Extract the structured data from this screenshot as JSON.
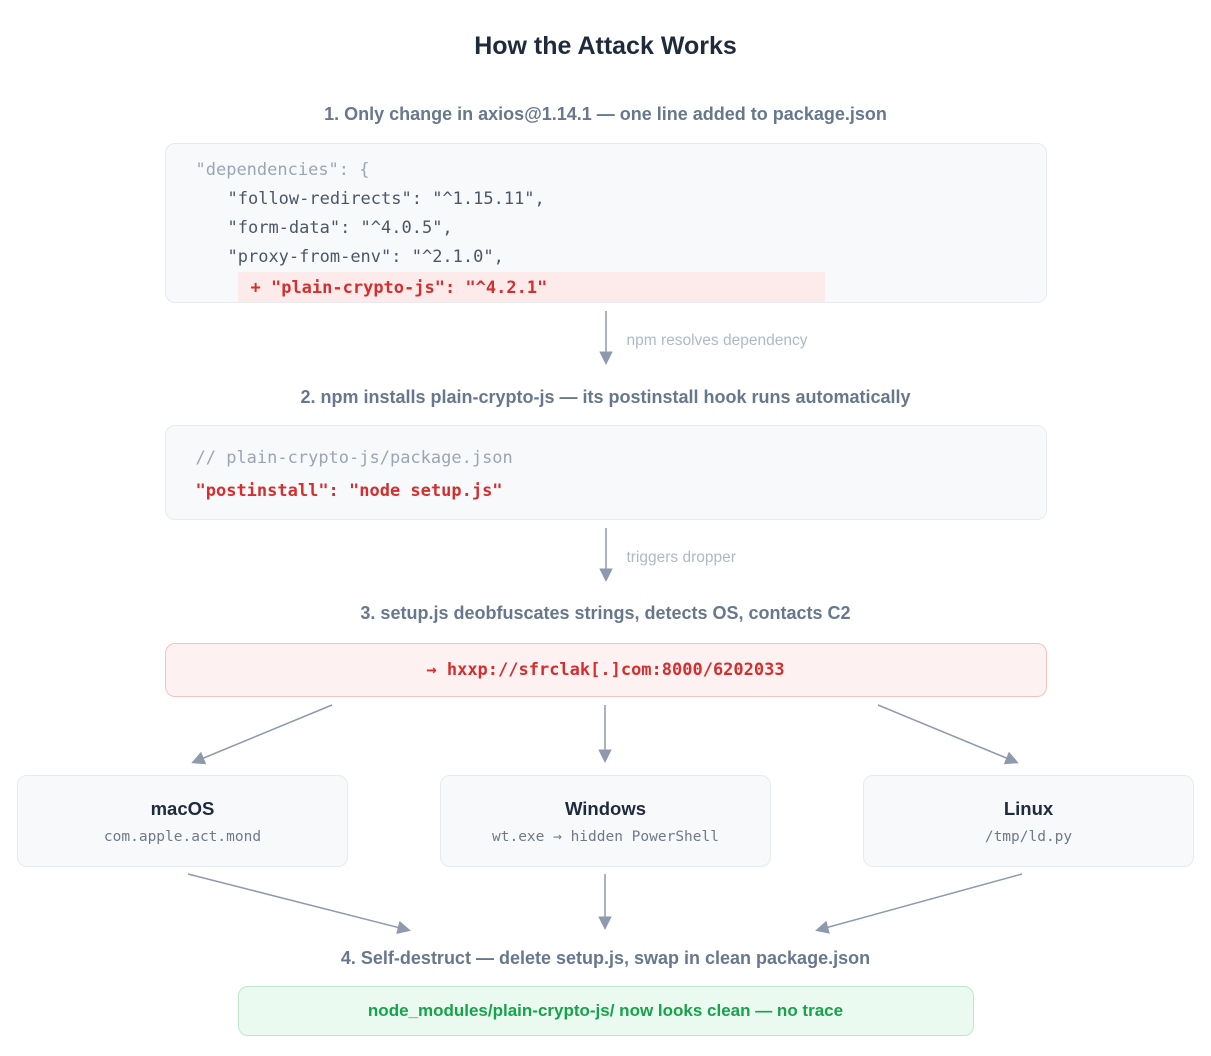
{
  "title": "How the Attack Works",
  "step1": {
    "heading": "1. Only change in axios@1.14.1 — one line added to package.json",
    "code_lines": [
      "\"dependencies\": {",
      "\"follow-redirects\": \"^1.15.11\",",
      "\"form-data\": \"^4.0.5\",",
      "\"proxy-from-env\": \"^2.1.0\","
    ],
    "added_line": "+ \"plain-crypto-js\": \"^4.2.1\""
  },
  "arrows": {
    "resolve_label": "npm resolves dependency",
    "dropper_label": "triggers dropper"
  },
  "step2": {
    "heading": "2. npm installs plain-crypto-js — its postinstall hook runs automatically",
    "code_comment": "// plain-crypto-js/package.json",
    "code_line": "\"postinstall\": \"node setup.js\""
  },
  "step3": {
    "heading": "3. setup.js deobfuscates strings, detects OS, contacts C2",
    "c2_url": "→ hxxp://sfrclak[.]com:8000/6202033"
  },
  "os_targets": [
    {
      "name": "macOS",
      "payload": "com.apple.act.mond"
    },
    {
      "name": "Windows",
      "payload": "wt.exe → hidden PowerShell"
    },
    {
      "name": "Linux",
      "payload": "/tmp/ld.py"
    }
  ],
  "step4": {
    "heading": "4. Self-destruct — delete setup.js, swap in clean package.json",
    "result": "node_modules/plain-crypto-js/ now looks clean — no trace"
  },
  "colors": {
    "title_text": "#1e2b3c",
    "step_heading_text": "#67788e",
    "code_text": "#4a5768",
    "code_dim_text": "#9aa6b6",
    "danger_text": "#d32f2f",
    "danger_highlight_bg": "#fdeaea",
    "danger_box_bg": "#fdf1f1",
    "danger_box_border": "#f4c3bf",
    "success_text": "#16a34a",
    "success_box_bg": "#eafaf0",
    "success_box_border": "#bde8cc",
    "card_bg": "#f8f9fb",
    "card_border": "#e7eaee",
    "arrow_stroke": "#8e99ad",
    "arrow_label_text": "#aeb9c8"
  }
}
